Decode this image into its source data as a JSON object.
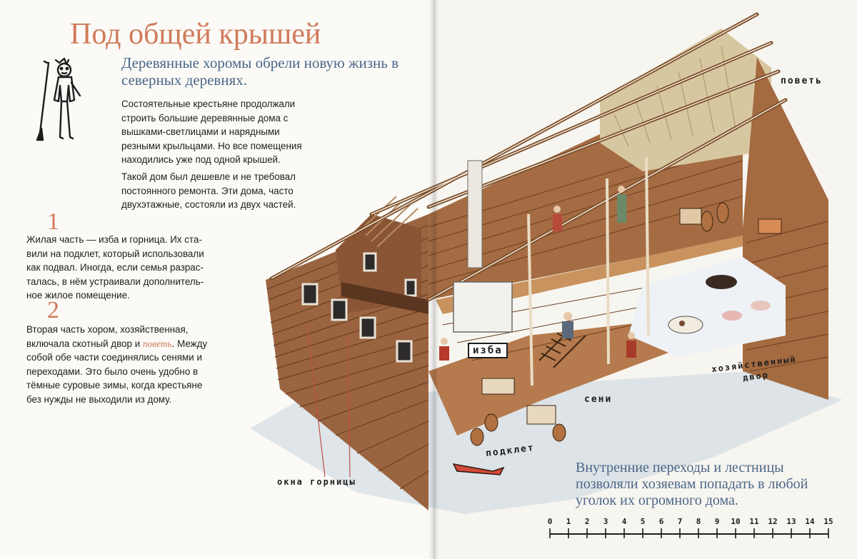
{
  "left_page": {
    "title": "Под общей крышей",
    "subtitle": "Деревянные хоромы обрели новую жизнь в северных деревнях.",
    "paragraph1": "Состоятельные крестьяне продолжа­ли строить большие деревянные дома с вышками-светлицами и нарядными резными крыльцами. Но все помеще­ния находились уже под одной крышей.",
    "paragraph2": "Такой дом был дешевле и не требовал постоянного ремонта. Эти дома, часто двухэтажные, состояли из двух частей.",
    "section1": {
      "number": "1",
      "text": "Жилая часть — изба и горница. Их ста­вили на подклет, который использовали как подвал. Иногда, если семья разрас­талась, в нём устраивали дополнитель­ное жилое помещение."
    },
    "section2": {
      "number": "2",
      "text_before": "Вторая часть хором, хозяйственная, включала скотный двор и ",
      "link": "поветь",
      "text_after": ". Меж­ду собой обе части соединялись сенями и переходами. Это было очень удобно в тёмные суровые зимы, когда крестьяне без нужды не выходили из дому."
    }
  },
  "illustration_labels": {
    "povet": "поветь",
    "izba": "изба",
    "hoz_line1": "хозяйственный",
    "hoz_line2": "двор",
    "seni": "сени",
    "podklet": "подклет",
    "okna": "окна горницы"
  },
  "right_page": {
    "caption": "Внутренние переходы и лестницы позволяли хозяевам попадать в любой уголок их огромного дома."
  },
  "scale": {
    "ticks": [
      "0",
      "1",
      "2",
      "3",
      "4",
      "5",
      "6",
      "7",
      "8",
      "9",
      "10",
      "11",
      "12",
      "13",
      "14",
      "15"
    ]
  },
  "colors": {
    "accent": "#d07a5a",
    "blue_text": "#4a6688",
    "wood": "#9a6440",
    "wood_dark": "#6b3f22",
    "hay": "#d7c7a0"
  }
}
